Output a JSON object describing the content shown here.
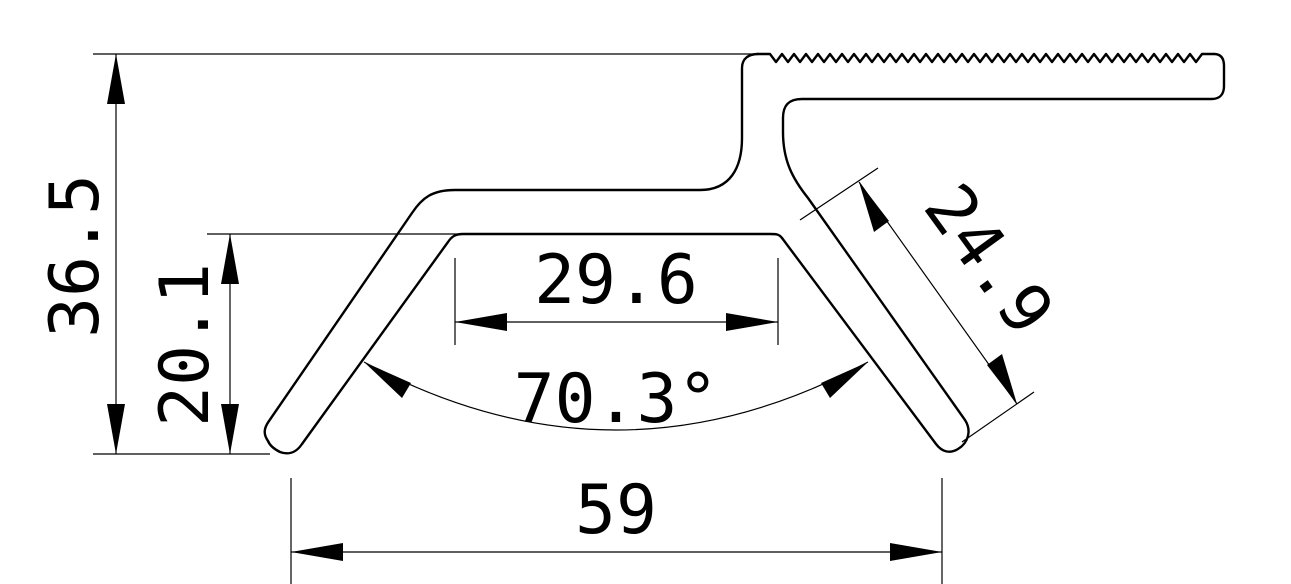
{
  "dimensions": {
    "overall_height": "36.5",
    "inner_height": "20.1",
    "top_inner_width": "29.6",
    "wing_length": "24.9",
    "angle": "70.3°",
    "base_width": "59"
  }
}
